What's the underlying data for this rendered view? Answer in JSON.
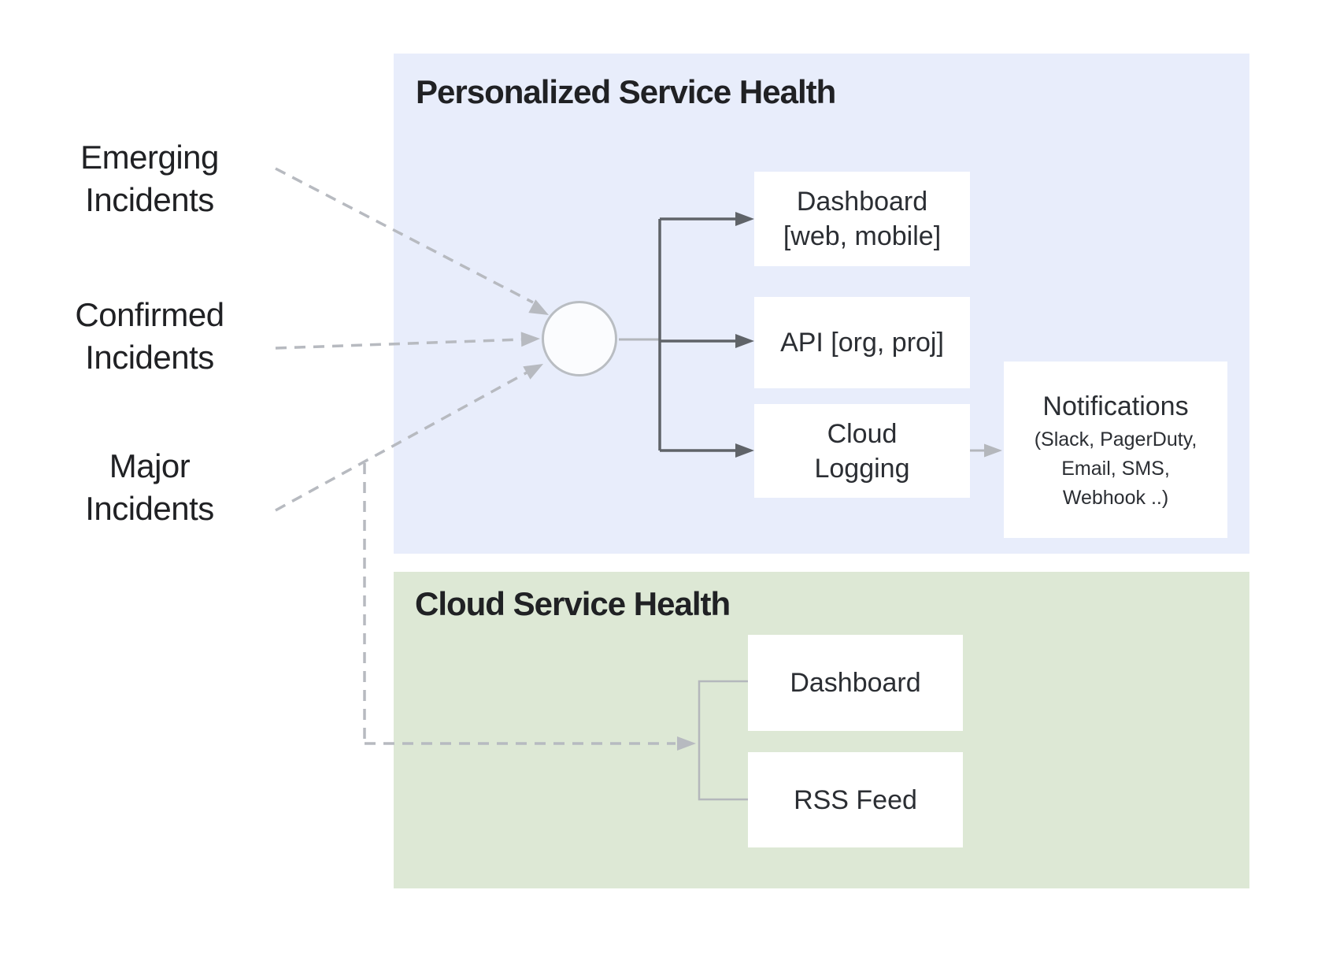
{
  "sources": {
    "emerging": {
      "line1": "Emerging",
      "line2": "Incidents"
    },
    "confirmed": {
      "line1": "Confirmed",
      "line2": "Incidents"
    },
    "major": {
      "line1": "Major",
      "line2": "Incidents"
    }
  },
  "personalized": {
    "title": "Personalized Service Health",
    "dashboard": {
      "line1": "Dashboard",
      "line2": "[web, mobile]"
    },
    "api": {
      "label": "API [org, proj]"
    },
    "cloud_logging": {
      "line1": "Cloud",
      "line2": "Logging"
    },
    "notifications": {
      "title": "Notifications",
      "line1": "(Slack, PagerDuty,",
      "line2": "Email, SMS,",
      "line3": "Webhook ..)"
    }
  },
  "cloud": {
    "title": "Cloud Service Health",
    "dashboard": {
      "label": "Dashboard"
    },
    "rss": {
      "label": "RSS Feed"
    }
  },
  "colors": {
    "personalized_bg": "#e8edfb",
    "cloud_bg": "#dde8d5",
    "node_bg": "#ffffff",
    "text": "#202124",
    "node_text": "#2b2e33",
    "connector_dark": "#5f6368",
    "connector_light": "#b4b7bc",
    "dashed": "#b7bac0",
    "circle_fill": "#fbfcfe",
    "circle_stroke": "#b9bdc2"
  }
}
